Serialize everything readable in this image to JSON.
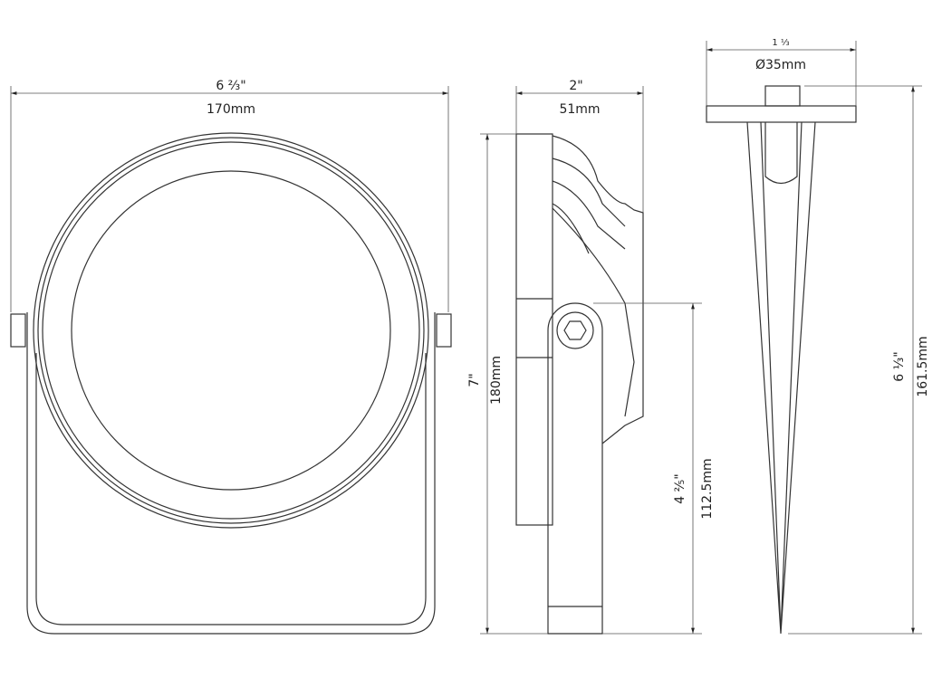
{
  "front": {
    "width_in": "6 ⅔\"",
    "width_mm": "170mm"
  },
  "side": {
    "depth_in": "2\"",
    "depth_mm": "51mm",
    "height_in": "7\"",
    "height_mm": "180mm",
    "pivot_in": "4 ⅖\"",
    "pivot_mm": "112.5mm"
  },
  "spike": {
    "dia_in": "1 ⅓",
    "dia_mm": "Ø35mm",
    "height_in": "6 ⅓\"",
    "height_mm": "161.5mm"
  }
}
